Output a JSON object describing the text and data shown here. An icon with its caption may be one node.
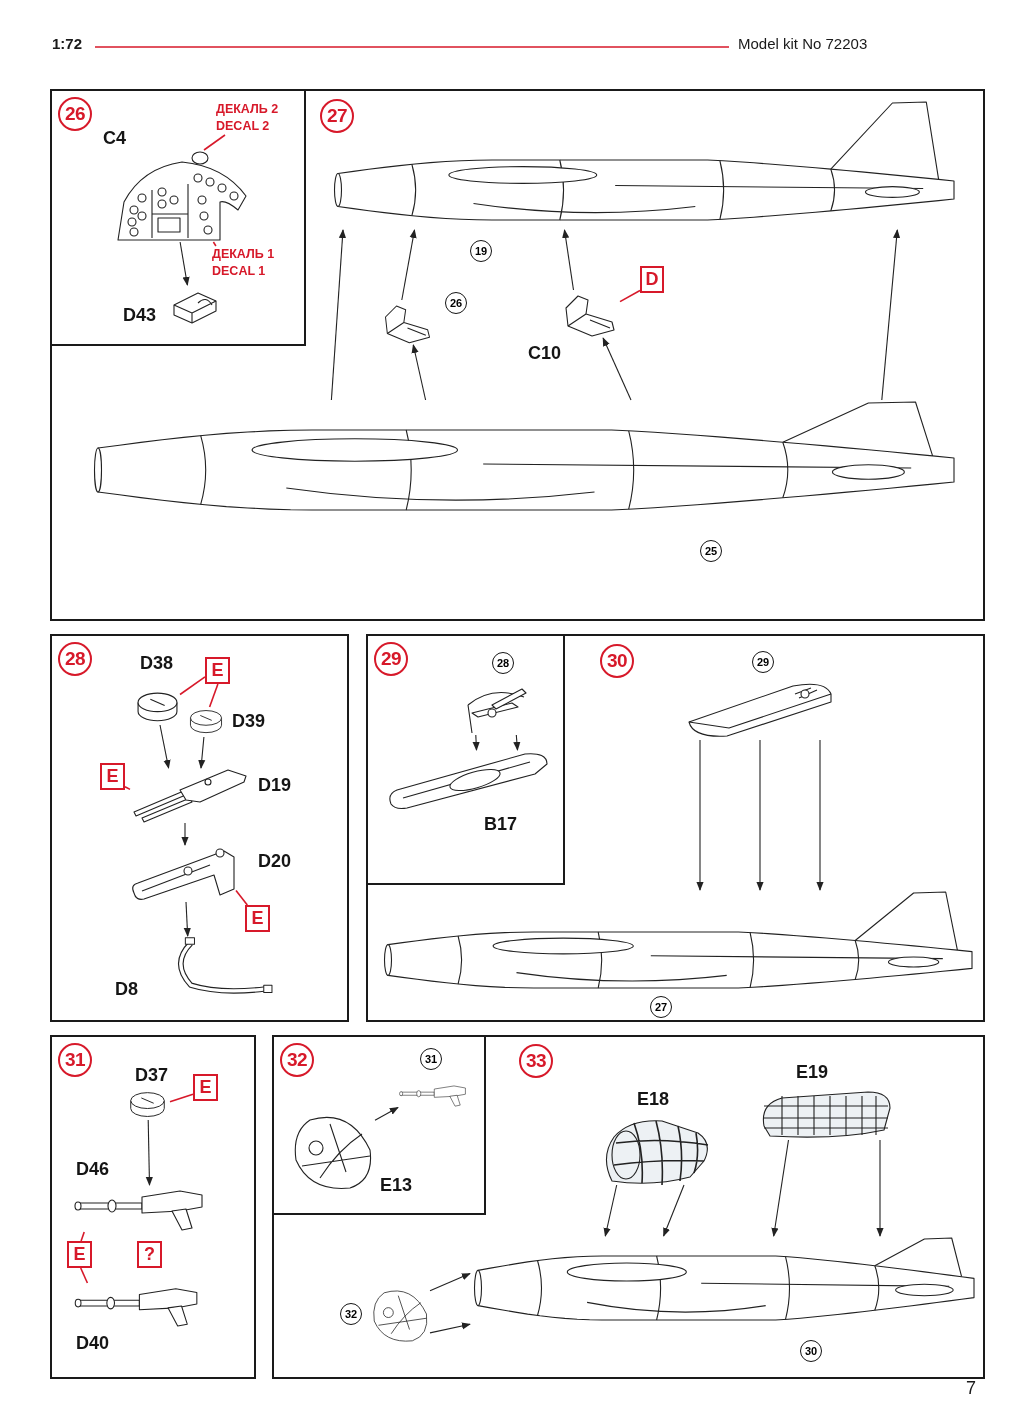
{
  "diagram": {
    "nodes": [
      {
        "text": [
          "27"
        ]
      },
      {
        "text": [
          "26"
        ],
        "in": 0
      },
      {
        "text": [],
        "shape": "picture",
        "in": 1,
        "beside": [
          "C4"
        ]
      },
      {
        "text": [
          "ДЕКАЛЬ 2 DECAL 2"
        ],
        "in": 1
      },
      {
        "text": [
          "ДЕКАЛЬ 1 DECAL 1"
        ],
        "in": 1
      },
      {
        "text": [],
        "shape": "picture",
        "in": 1,
        "beside": [
          "D43"
        ]
      },
      {
        "text": [],
        "shape": "picture",
        "in": 0,
        "beside": [
          "19"
        ]
      },
      {
        "text": [],
        "shape": "picture",
        "in": 0,
        "beside": [
          "C10"
        ]
      },
      {
        "text": [
          "D"
        ],
        "in": 0
      },
      {
        "text": [],
        "shape": "picture",
        "in": 0,
        "beside": [
          "26"
        ]
      },
      {
        "text": [],
        "shape": "picture",
        "in": 0,
        "beside": [
          "25"
        ]
      },
      {
        "text": [
          "28"
        ]
      },
      {
        "text": [],
        "shape": "picture",
        "in": 11,
        "beside": [
          "D38"
        ]
      },
      {
        "text": [
          "E"
        ],
        "in": 11
      },
      {
        "text": [],
        "shape": "picture",
        "in": 11,
        "beside": [
          "D39"
        ]
      },
      {
        "text": [
          "E"
        ],
        "in": 11
      },
      {
        "text": [],
        "shape": "picture",
        "in": 11,
        "beside": [
          "D19"
        ]
      },
      {
        "text": [],
        "shape": "picture",
        "in": 11,
        "beside": [
          "D20"
        ]
      },
      {
        "text": [
          "E"
        ],
        "in": 11
      },
      {
        "text": [],
        "shape": "picture",
        "in": 11,
        "beside": [
          "D8"
        ]
      },
      {
        "text": [
          "30"
        ]
      },
      {
        "text": [
          "29"
        ],
        "in": 20
      },
      {
        "text": [],
        "shape": "picture",
        "in": 21,
        "beside": [
          "28"
        ]
      },
      {
        "text": [],
        "shape": "picture",
        "in": 21,
        "beside": [
          "B17"
        ]
      },
      {
        "text": [],
        "shape": "picture",
        "in": 20,
        "beside": [
          "29"
        ]
      },
      {
        "text": [],
        "shape": "picture",
        "in": 20,
        "beside": [
          "27"
        ]
      },
      {
        "text": [
          "31"
        ]
      },
      {
        "text": [],
        "shape": "picture",
        "in": 26,
        "beside": [
          "D37"
        ]
      },
      {
        "text": [
          "E"
        ],
        "in": 26
      },
      {
        "text": [],
        "shape": "picture",
        "in": 26,
        "beside": [
          "D46"
        ]
      },
      {
        "text": [
          "E"
        ],
        "in": 26
      },
      {
        "text": [
          "?"
        ],
        "in": 26
      },
      {
        "text": [],
        "shape": "picture",
        "in": 26,
        "beside": [
          "D40"
        ]
      },
      {
        "text": [
          "33"
        ]
      },
      {
        "text": [
          "32"
        ],
        "in": 33
      },
      {
        "text": [],
        "shape": "picture",
        "in": 34,
        "beside": [
          "31"
        ]
      },
      {
        "text": [],
        "shape": "picture",
        "in": 34,
        "beside": [
          "E13"
        ]
      },
      {
        "text": [],
        "shape": "picture",
        "in": 33,
        "beside": [
          "E18"
        ]
      },
      {
        "text": [],
        "shape": "picture",
        "in": 33,
        "beside": [
          "E19"
        ]
      },
      {
        "text": [],
        "shape": "picture",
        "in": 33,
        "beside": [
          "32"
        ]
      },
      {
        "text": [],
        "shape": "picture",
        "in": 33,
        "beside": [
          "30"
        ]
      }
    ],
    "edges": [
      {
        "from": 3,
        "to": 2,
        "arrow": "none",
        "color": "#d7192a"
      },
      {
        "from": 4,
        "to": 2,
        "arrow": "none",
        "color": "#d7192a"
      },
      {
        "from": 2,
        "to": 5,
        "arrow": "to"
      },
      {
        "from": 10,
        "to": 6,
        "arrow": "to"
      },
      {
        "from": 10,
        "to": 7,
        "arrow": "to"
      },
      {
        "from": 7,
        "to": 6,
        "arrow": "to"
      },
      {
        "from": 8,
        "to": 7,
        "arrow": "none",
        "color": "#d7192a"
      },
      {
        "from": 10,
        "to": 9,
        "arrow": "to"
      },
      {
        "from": 9,
        "to": 6,
        "arrow": "to"
      },
      {
        "from": 10,
        "to": 6,
        "arrow": "to"
      },
      {
        "from": 13,
        "to": 12,
        "arrow": "none",
        "color": "#d7192a"
      },
      {
        "from": 13,
        "to": 14,
        "arrow": "none",
        "color": "#d7192a"
      },
      {
        "from": 12,
        "to": 16,
        "arrow": "to"
      },
      {
        "from": 14,
        "to": 16,
        "arrow": "to"
      },
      {
        "from": 15,
        "to": 16,
        "arrow": "none",
        "color": "#d7192a"
      },
      {
        "from": 16,
        "to": 17,
        "arrow": "to"
      },
      {
        "from": 18,
        "to": 17,
        "arrow": "none",
        "color": "#d7192a"
      },
      {
        "from": 17,
        "to": 19,
        "arrow": "to"
      },
      {
        "from": 22,
        "to": 23,
        "arrow": "to"
      },
      {
        "from": 22,
        "to": 23,
        "arrow": "to"
      },
      {
        "from": 24,
        "to": 25,
        "arrow": "to"
      },
      {
        "from": 24,
        "to": 25,
        "arrow": "to"
      },
      {
        "from": 24,
        "to": 25,
        "arrow": "to"
      },
      {
        "from": 28,
        "to": 27,
        "arrow": "none",
        "color": "#d7192a"
      },
      {
        "from": 27,
        "to": 29,
        "arrow": "to"
      },
      {
        "from": 30,
        "to": 29,
        "arrow": "none",
        "color": "#d7192a"
      },
      {
        "from": 30,
        "to": 32,
        "arrow": "none",
        "color": "#d7192a"
      },
      {
        "from": 36,
        "to": 35,
        "arrow": "to"
      },
      {
        "from": 37,
        "to": 40,
        "arrow": "to"
      },
      {
        "from": 37,
        "to": 40,
        "arrow": "to"
      },
      {
        "from": 38,
        "to": 40,
        "arrow": "to"
      },
      {
        "from": 38,
        "to": 40,
        "arrow": "to"
      },
      {
        "from": 39,
        "to": 40,
        "arrow": "to"
      },
      {
        "from": 39,
        "to": 40,
        "arrow": "to"
      }
    ],
    "labels": [
      "1:72",
      "Model kit No 72203",
      "7"
    ]
  }
}
